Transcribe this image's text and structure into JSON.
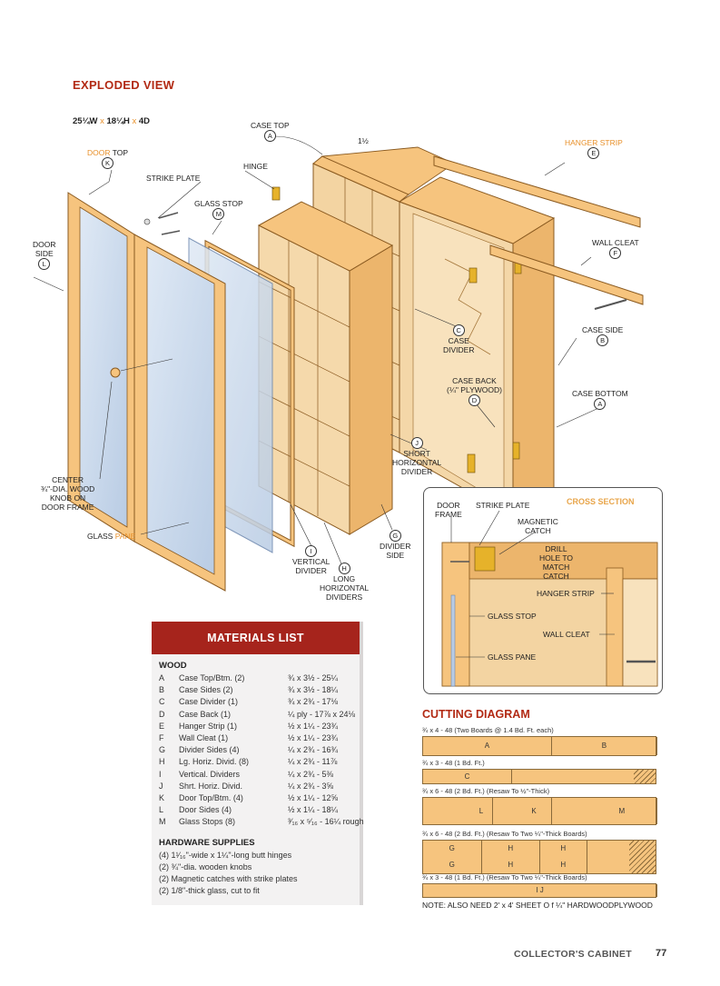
{
  "header": {
    "title": "EXPLODED VIEW",
    "dims_w": "25¼W",
    "dims_x1": "x",
    "dims_h": "18¼H",
    "dims_x2": "x",
    "dims_d": "4D"
  },
  "labels": {
    "case_top": "CASE TOP",
    "case_top_id": "A",
    "door_top_a": "DOOR",
    "door_top_b": "TOP",
    "door_top_id": "K",
    "strike_plate": "STRIKE PLATE",
    "hinge": "HINGE",
    "glass_stop": "GLASS STOP",
    "glass_stop_id": "M",
    "dim_1_5": "1½",
    "hanger_strip": "HANGER STRIP",
    "hanger_strip_id": "E",
    "wall_cleat": "WALL CLEAT",
    "wall_cleat_id": "F",
    "door_side_1": "DOOR",
    "door_side_2": "SIDE",
    "door_side_id": "L",
    "case_divider_1": "CASE",
    "case_divider_2": "DIVIDER",
    "case_divider_id": "C",
    "case_side": "CASE SIDE",
    "case_side_id": "B",
    "case_back_1": "CASE BACK",
    "case_back_2": "(¼\" PLYWOOD)",
    "case_back_id": "D",
    "case_bottom": "CASE BOTTOM",
    "case_bottom_id": "A",
    "short_horiz_1": "SHORT",
    "short_horiz_2": "HORIZONTAL",
    "short_horiz_3": "DIVIDER",
    "short_horiz_id": "J",
    "center_knob_1": "CENTER",
    "center_knob_2": "¾\"-DIA. WOOD",
    "center_knob_3": "KNOB ON",
    "center_knob_4": "DOOR FRAME",
    "glass_pane_a": "GLASS",
    "glass_pane_b": "PANE",
    "vertical_divider_1": "VERTICAL",
    "vertical_divider_2": "DIVIDER",
    "vertical_divider_id": "I",
    "long_horiz_1": "LONG",
    "long_horiz_2": "HORIZONTAL",
    "long_horiz_3": "DIVIDERS",
    "long_horiz_id": "H",
    "divider_side_1": "DIVIDER",
    "divider_side_2": "SIDE",
    "divider_side_id": "G"
  },
  "cross_section": {
    "title": "CROSS SECTION",
    "door_frame_1": "DOOR",
    "door_frame_2": "FRAME",
    "strike_plate": "STRIKE PLATE",
    "magnetic_catch_1": "MAGNETIC",
    "magnetic_catch_2": "CATCH",
    "drill_1": "DRILL",
    "drill_2": "HOLE TO",
    "drill_3": "MATCH",
    "drill_4": "CATCH",
    "hanger_strip": "HANGER STRIP",
    "glass_stop": "GLASS STOP",
    "wall_cleat": "WALL CLEAT",
    "glass_pane": "GLASS PANE"
  },
  "materials": {
    "title": "MATERIALS LIST",
    "wood_heading": "WOOD",
    "items": [
      {
        "key": "A",
        "name": "Case Top/Btm. (2)",
        "size": "¾ x 3½ - 25¼"
      },
      {
        "key": "B",
        "name": "Case Sides (2)",
        "size": "¾ x 3½ - 18¼"
      },
      {
        "key": "C",
        "name": "Case Divider (1)",
        "size": "¾ x 2¾ - 17⅛"
      },
      {
        "key": "D",
        "name": "Case Back (1)",
        "size": "¼ ply - 17⅞ x 24⅛"
      },
      {
        "key": "E",
        "name": "Hanger Strip (1)",
        "size": "½ x 1¼ - 23¾"
      },
      {
        "key": "F",
        "name": "Wall Cleat (1)",
        "size": "½ x 1¼ - 23¾"
      },
      {
        "key": "G",
        "name": "Divider Sides (4)",
        "size": "¼ x 2¾ - 16¾"
      },
      {
        "key": "H",
        "name": "Lg. Horiz. Divid. (8)",
        "size": "¼ x 2¾ - 11⅞"
      },
      {
        "key": "I",
        "name": "Vertical. Dividers",
        "size": "¼ x 2¾ - 5⅜"
      },
      {
        "key": "J",
        "name": "Shrt. Horiz. Divid.",
        "size": "¼ x 2¾ - 3⅝"
      },
      {
        "key": "K",
        "name": "Door Top/Btm. (4)",
        "size": "½ x 1¼ - 12⅝"
      },
      {
        "key": "L",
        "name": "Door Sides (4)",
        "size": "½ x 1¼ - 18¼"
      },
      {
        "key": "M",
        "name": "Glass Stops (8)",
        "size": "³⁄₁₆ x ⁵⁄₁₆ - 16¼ rough"
      }
    ],
    "hardware_heading": "HARDWARE SUPPLIES",
    "hardware": [
      "(4) 1¹⁄₁₆\"-wide x 1¼\"-long butt hinges",
      "(2) ¾\"-dia. wooden knobs",
      "(2) Magnetic catches with strike plates",
      "(2) 1/8\"-thick glass, cut to fit"
    ]
  },
  "cutting": {
    "title": "CUTTING DIAGRAM",
    "boards": [
      {
        "caption": "¾ x 4 - 48 (Two Boards @ 1.4 Bd. Ft. each)",
        "parts": [
          "A",
          "B"
        ]
      },
      {
        "caption": "¾ x 3 - 48 (1 Bd. Ft.)",
        "parts": [
          "C"
        ]
      },
      {
        "caption": "¾ x 6 - 48 (2 Bd. Ft.) (Resaw To ½\"-Thick)",
        "parts": [
          "L",
          "K",
          "M"
        ]
      },
      {
        "caption": "¾ x 6 - 48 (2 Bd. Ft.) (Resaw To Two ¼\"-Thick Boards)",
        "parts": [
          "G",
          "H",
          "H",
          "G",
          "H",
          "H"
        ]
      },
      {
        "caption": "¾ x 3 - 48 (1 Bd. Ft.) (Resaw To Two ¼\"-Thick Boards)",
        "parts": [
          "I J"
        ]
      }
    ],
    "note": "NOTE: ALSO NEED 2' x 4' SHEET O f ¼\" HARDWOODPLYWOOD"
  },
  "footer": {
    "running_title": "COLLECTOR'S CABINET",
    "page_number": "77"
  }
}
